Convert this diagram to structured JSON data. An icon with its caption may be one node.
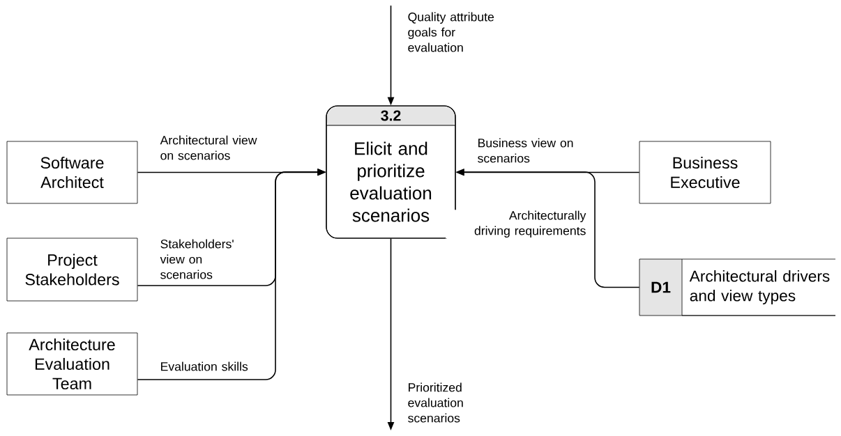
{
  "diagram": {
    "nodes": [
      {
        "text": [
          "Software Architect"
        ]
      },
      {
        "text": [
          "Project Stakeholders"
        ]
      },
      {
        "text": [
          "Architecture Evaluation Team"
        ]
      },
      {
        "text": [
          "3.2",
          "Elicit and prioritize evaluation scenarios"
        ]
      },
      {
        "text": [
          "Business Executive"
        ]
      },
      {
        "text": [
          "D1",
          "Architectural drivers and view types"
        ]
      }
    ],
    "edges": [
      {
        "from": null,
        "to": 3,
        "arrow": "to",
        "label": "Quality attribute goals for evaluation"
      },
      {
        "from": 0,
        "to": 3,
        "arrow": "to",
        "label": "Architectural view on scenarios"
      },
      {
        "from": 1,
        "to": 3,
        "arrow": "to",
        "label": "Stakeholders' view on scenarios"
      },
      {
        "from": 2,
        "to": 3,
        "arrow": "to",
        "label": "Evaluation skills"
      },
      {
        "from": 4,
        "to": 3,
        "arrow": "to",
        "label": "Business view on scenarios"
      },
      {
        "from": 5,
        "to": 3,
        "arrow": "to",
        "label": "Architecturally driving requirements"
      },
      {
        "from": 3,
        "to": null,
        "arrow": "to",
        "label": "Prioritized evaluation scenarios"
      }
    ]
  }
}
